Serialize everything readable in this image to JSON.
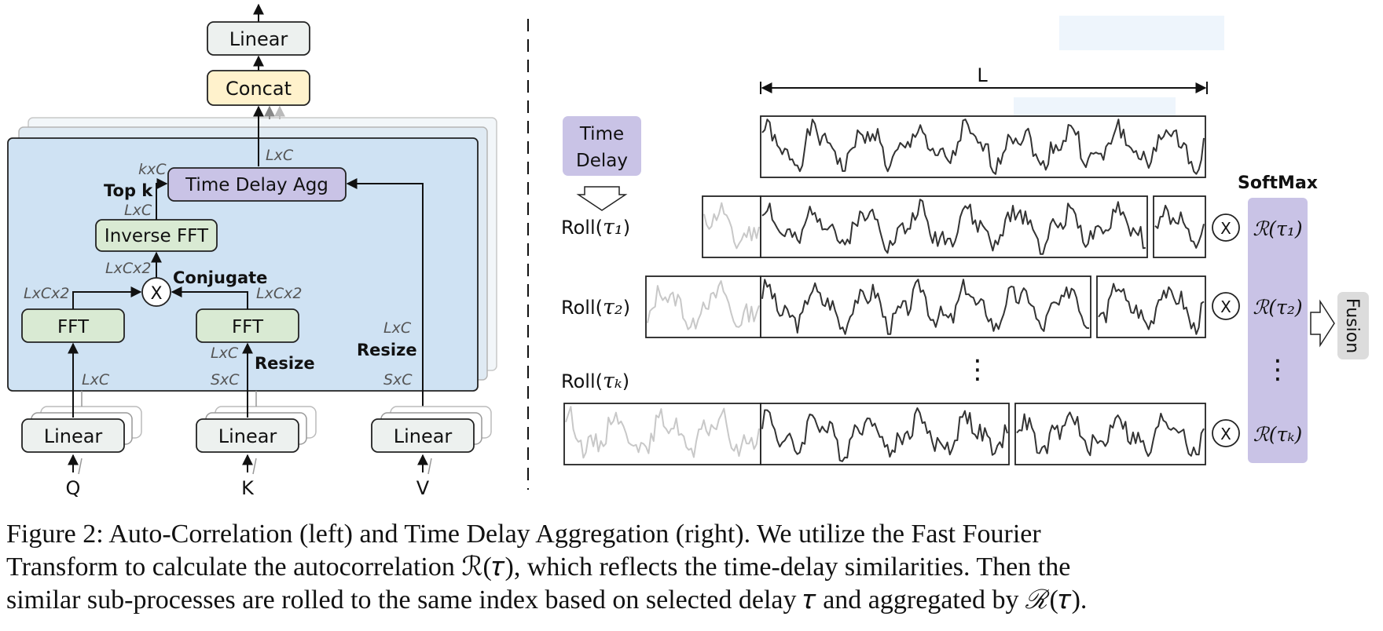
{
  "left": {
    "linear_top": "Linear",
    "concat": "Concat",
    "time_delay_agg": "Time Delay Agg",
    "inverse_fft": "Inverse FFT",
    "fft_left": "FFT",
    "fft_right": "FFT",
    "multiply": "X",
    "conjugate": "Conjugate",
    "top_k": "Top k",
    "resize_k": "Resize",
    "resize_v": "Resize",
    "dims": {
      "kxc": "kxC",
      "lxc_agg_out": "LxC",
      "lxc_ifft": "LxC",
      "lxcx2_ifft": "LxCx2",
      "lxcx2_left": "LxCx2",
      "lxcx2_right": "LxCx2",
      "lxc_q": "LxC",
      "lxc_k": "LxC",
      "sxc_k": "SxC",
      "lxc_v": "LxC",
      "sxc_v": "SxC"
    },
    "linear_q": "Linear",
    "linear_k": "Linear",
    "linear_v": "Linear",
    "input_q": "Q",
    "input_k": "K",
    "input_v": "V"
  },
  "right": {
    "time_delay_1": "Time",
    "time_delay_2": "Delay",
    "length_label": "L",
    "softmax": "SoftMax",
    "fusion": "Fusion",
    "roll_1": "Roll(",
    "roll_2": "Roll(",
    "roll_k": "Roll(",
    "tau_1": "𝜏₁",
    "tau_2": "𝜏₂",
    "tau_k": "𝜏ₖ",
    "close_paren": ")",
    "multiply": "X",
    "r_1": "ℛ(𝜏₁)",
    "r_2": "ℛ(𝜏₂)",
    "r_k": "ℛ(𝜏ₖ)",
    "dots": "⋮"
  },
  "caption": {
    "line1": "Figure 2: Auto-Correlation (left) and Time Delay Aggregation (right). We utilize the Fast Fourier",
    "line2": "Transform to calculate the autocorrelation ℛ(𝜏), which reflects the time-delay similarities. Then the",
    "line3": "similar sub-processes are rolled to the same index based on selected delay 𝜏 and aggregated by ℛ(𝜏)."
  },
  "colors": {
    "main_block": "#cfe2f3",
    "fft": "#d9ead3",
    "concat": "#fff2cc",
    "time_delay": "#c9c3e6",
    "linear": "#edf1ef"
  }
}
